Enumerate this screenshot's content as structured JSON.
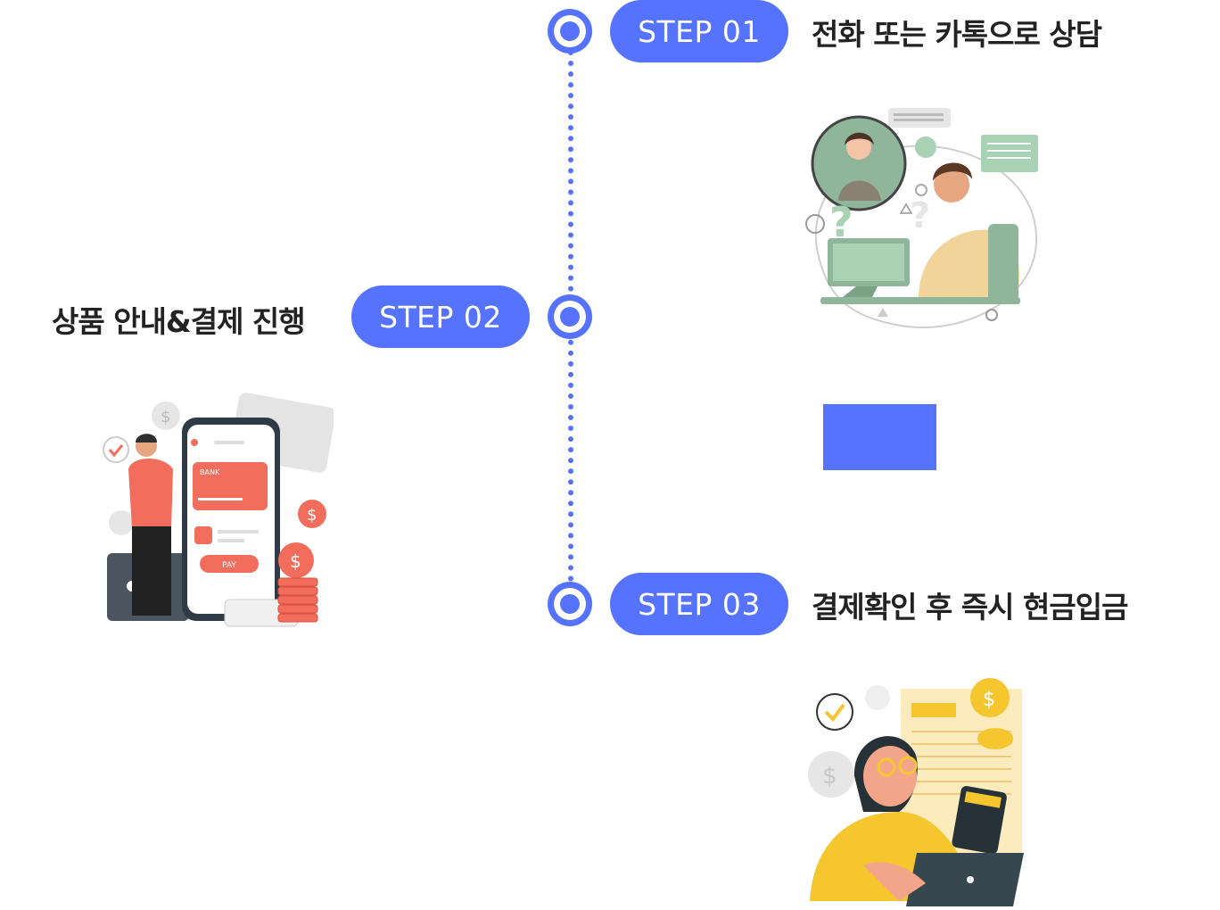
{
  "steps": [
    {
      "badge": "STEP 01",
      "title": "전화 또는 카톡으로 상담"
    },
    {
      "badge": "STEP 02",
      "title": "상품 안내&결제 진행"
    },
    {
      "badge": "STEP 03",
      "title": "결제확인 후 즉시 현금입금"
    }
  ],
  "illustrations": {
    "card_text": "BANK",
    "pay_label": "PAY"
  },
  "colors": {
    "accent": "#5573ff",
    "illustration_green": "#8fb59a",
    "illustration_coral": "#f26d5b",
    "illustration_yellow": "#f5c62e"
  }
}
